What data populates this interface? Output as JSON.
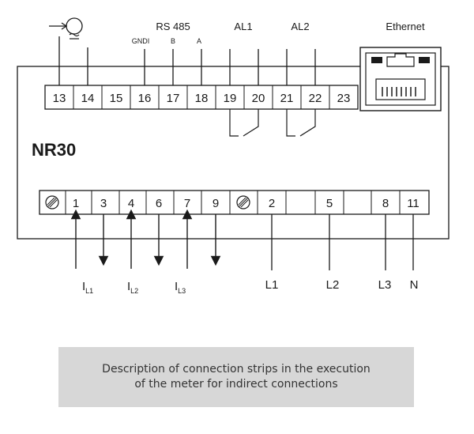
{
  "device": {
    "model": "NR30"
  },
  "top_strip": {
    "terminals": [
      "13",
      "14",
      "15",
      "16",
      "17",
      "18",
      "19",
      "20",
      "21",
      "22",
      "23"
    ],
    "groups": {
      "rs485": "RS 485",
      "rs485_pins": [
        "GNDI",
        "B",
        "A"
      ],
      "al1": "AL1",
      "al2": "AL2",
      "ethernet": "Ethernet"
    }
  },
  "bottom_strip": {
    "current_terminals": [
      "1",
      "3",
      "4",
      "6",
      "7",
      "9"
    ],
    "voltage_terminals": [
      "2",
      "5",
      "8",
      "11"
    ],
    "current_labels": [
      {
        "base": "I",
        "sub": "L1"
      },
      {
        "base": "I",
        "sub": "L2"
      },
      {
        "base": "I",
        "sub": "L3"
      }
    ],
    "voltage_labels": [
      "L1",
      "L2",
      "L3",
      "N"
    ]
  },
  "caption": {
    "line1": "Description of connection strips in the execution",
    "line2": "of the meter for indirect connections"
  },
  "colors": {
    "stroke": "#1a1a1a",
    "caption_bg": "#d7d7d7"
  }
}
